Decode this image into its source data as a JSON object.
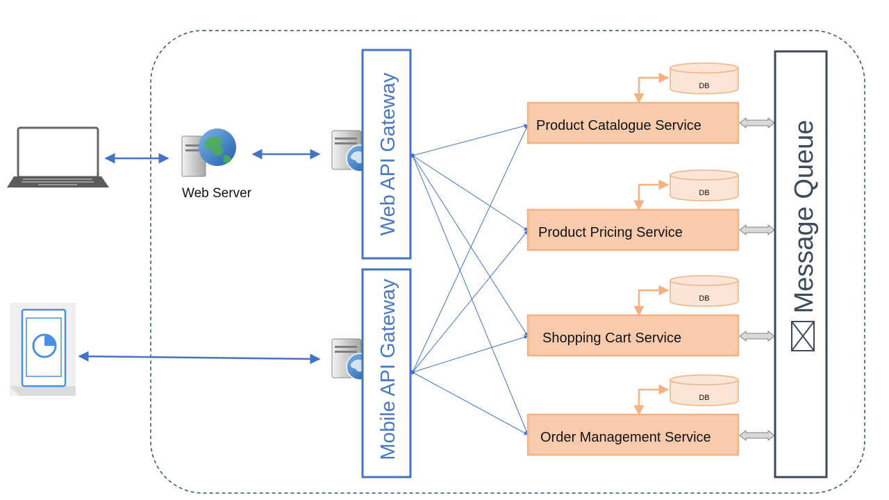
{
  "web_server": {
    "label": "Web Server"
  },
  "gateways": [
    {
      "id": "web",
      "label": "Web API Gateway"
    },
    {
      "id": "mobile",
      "label": "Mobile API Gateway"
    }
  ],
  "services": [
    {
      "id": "catalogue",
      "label": "Product Catalogue Service",
      "db_label": "DB"
    },
    {
      "id": "pricing",
      "label": "Product Pricing Service",
      "db_label": "DB"
    },
    {
      "id": "cart",
      "label": "Shopping Cart Service",
      "db_label": "DB"
    },
    {
      "id": "order",
      "label": "Order Management Service",
      "db_label": "DB"
    }
  ],
  "message_queue": {
    "label": "Message Queue"
  },
  "colors": {
    "boundary": "#2f4f7f",
    "connector": "#4472c4",
    "service_fill": "#f8cbad",
    "service_stroke": "#f4b183",
    "db_fill": "#fbe5d6",
    "db_connector": "#f4b183",
    "gateway_stroke": "#4472c4",
    "gateway_text": "#4a78c0",
    "queue_stroke": "#3d4a5a",
    "mq_arrow_fill": "#d9d9d9",
    "mq_arrow_stroke": "#7f7f7f"
  }
}
